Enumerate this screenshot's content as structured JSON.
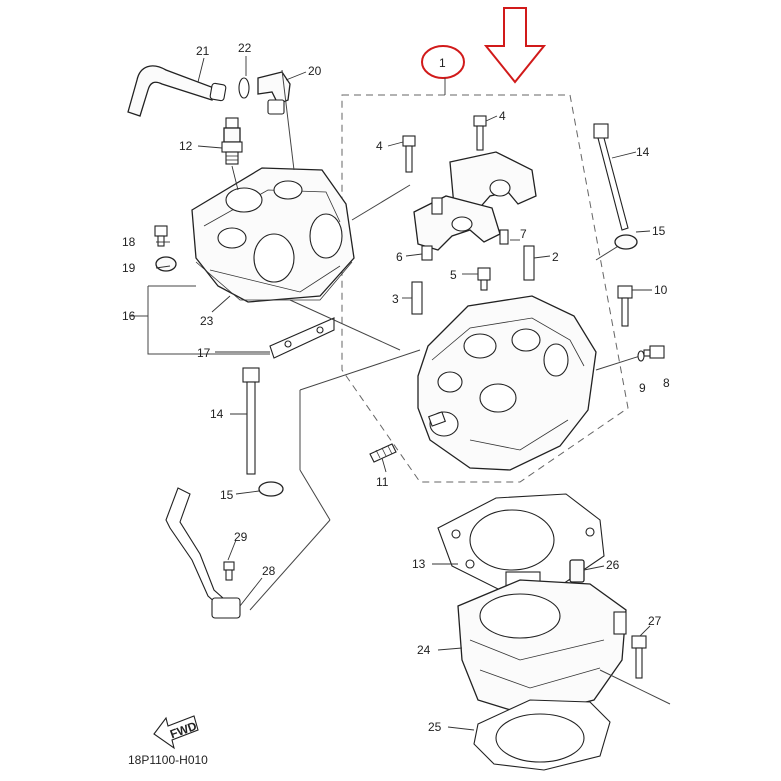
{
  "diagram": {
    "code": "18P1100-H010",
    "fwd_label": "FWD",
    "highlight_color": "#d11a1a",
    "highlighted_part": "1",
    "labels": [
      {
        "id": "1",
        "text": "1"
      },
      {
        "id": "2",
        "text": "2"
      },
      {
        "id": "3",
        "text": "3"
      },
      {
        "id": "4a",
        "text": "4"
      },
      {
        "id": "4b",
        "text": "4"
      },
      {
        "id": "5",
        "text": "5"
      },
      {
        "id": "6",
        "text": "6"
      },
      {
        "id": "7",
        "text": "7"
      },
      {
        "id": "8",
        "text": "8"
      },
      {
        "id": "9",
        "text": "9"
      },
      {
        "id": "10",
        "text": "10"
      },
      {
        "id": "11",
        "text": "11"
      },
      {
        "id": "12",
        "text": "12"
      },
      {
        "id": "13",
        "text": "13"
      },
      {
        "id": "14a",
        "text": "14"
      },
      {
        "id": "14b",
        "text": "14"
      },
      {
        "id": "15a",
        "text": "15"
      },
      {
        "id": "15b",
        "text": "15"
      },
      {
        "id": "16",
        "text": "16"
      },
      {
        "id": "17",
        "text": "17"
      },
      {
        "id": "18",
        "text": "18"
      },
      {
        "id": "19",
        "text": "19"
      },
      {
        "id": "20",
        "text": "20"
      },
      {
        "id": "21",
        "text": "21"
      },
      {
        "id": "22",
        "text": "22"
      },
      {
        "id": "23",
        "text": "23"
      },
      {
        "id": "24",
        "text": "24"
      },
      {
        "id": "25",
        "text": "25"
      },
      {
        "id": "26",
        "text": "26"
      },
      {
        "id": "27",
        "text": "27"
      },
      {
        "id": "28",
        "text": "28"
      },
      {
        "id": "29",
        "text": "29"
      }
    ]
  }
}
